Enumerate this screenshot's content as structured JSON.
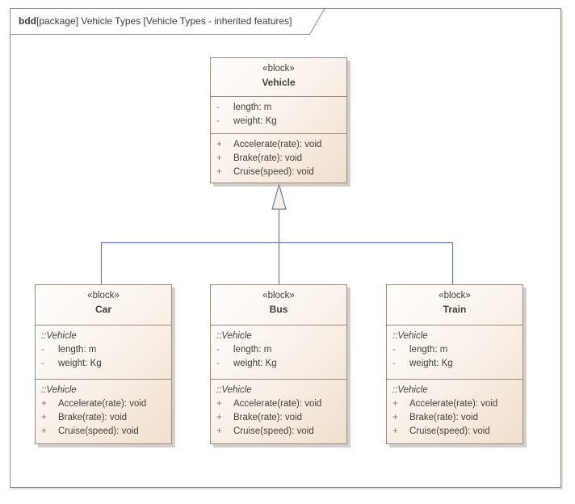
{
  "frame": {
    "keyword": "bdd",
    "title_rest": "[package] Vehicle Types [Vehicle Types - inherited features]"
  },
  "colors": {
    "frame_border": "#918c8a",
    "block_border": "#9a8b80",
    "block_fill_light": "#fffefd",
    "block_fill_dark": "#f0dfce",
    "connector": "#6d7c9c",
    "generalization_arrow_fill": "#f8f0e8",
    "text": "#44403a",
    "visibility_marker": "#8a7062",
    "shadow": "#aaa098"
  },
  "blocks": {
    "vehicle": {
      "stereotype": "«block»",
      "name": "Vehicle",
      "attributes": [
        {
          "vis": "-",
          "text": "length: m"
        },
        {
          "vis": "-",
          "text": "weight: Kg"
        }
      ],
      "operations": [
        {
          "vis": "+",
          "text": "Accelerate(rate): void"
        },
        {
          "vis": "+",
          "text": "Brake(rate): void"
        },
        {
          "vis": "+",
          "text": "Cruise(speed): void"
        }
      ]
    },
    "car": {
      "stereotype": "«block»",
      "name": "Car",
      "inherited_label": "::Vehicle",
      "attributes": [
        {
          "vis": "-",
          "text": "length: m"
        },
        {
          "vis": "-",
          "text": "weight: Kg"
        }
      ],
      "operations": [
        {
          "vis": "+",
          "text": "Accelerate(rate): void"
        },
        {
          "vis": "+",
          "text": "Brake(rate): void"
        },
        {
          "vis": "+",
          "text": "Cruise(speed): void"
        }
      ]
    },
    "bus": {
      "stereotype": "«block»",
      "name": "Bus",
      "inherited_label": "::Vehicle",
      "attributes": [
        {
          "vis": "-",
          "text": "length: m"
        },
        {
          "vis": "-",
          "text": "weight: Kg"
        }
      ],
      "operations": [
        {
          "vis": "+",
          "text": "Accelerate(rate): void"
        },
        {
          "vis": "+",
          "text": "Brake(rate): void"
        },
        {
          "vis": "+",
          "text": "Cruise(speed): void"
        }
      ]
    },
    "train": {
      "stereotype": "«block»",
      "name": "Train",
      "inherited_label": "::Vehicle",
      "attributes": [
        {
          "vis": "-",
          "text": "length: m"
        },
        {
          "vis": "-",
          "text": "weight: Kg"
        }
      ],
      "operations": [
        {
          "vis": "+",
          "text": "Accelerate(rate): void"
        },
        {
          "vis": "+",
          "text": "Brake(rate): void"
        },
        {
          "vis": "+",
          "text": "Cruise(speed): void"
        }
      ]
    }
  }
}
